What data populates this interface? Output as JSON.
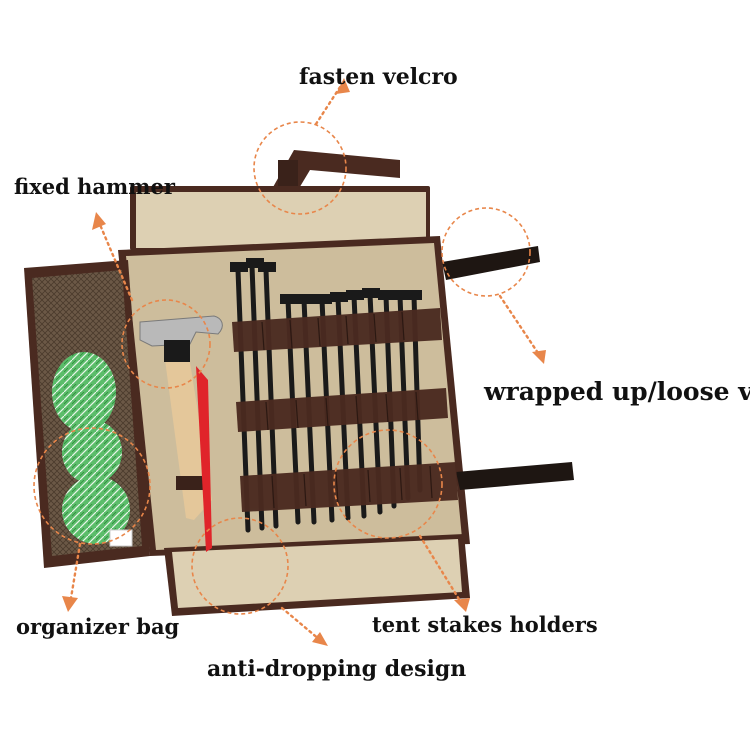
{
  "image": {
    "subject": "tent-stake-organizer-roll-bag",
    "background_color": "#ffffff",
    "colors": {
      "canvas_tan": "#cdbd9c",
      "canvas_light": "#ddd0b3",
      "trim_brown": "#4a2a20",
      "strap_dark": "#2b1d19",
      "mesh_brown": "#5c4a3b",
      "rope_green": "#5bbd6a",
      "stake_black": "#1a1a1a",
      "callout_orange": "#e8864a",
      "hammer_handle": "#e4c79a",
      "hammer_head": "#b9b9b9",
      "safety_strap_red": "#e0242a"
    }
  },
  "callouts": {
    "fasten_velcro": "fasten velcro",
    "fixed_hammer": "fixed hammer",
    "wrapped_velcro": "wrapped up/loose velcro",
    "organizer_bag": "organizer bag",
    "tent_stakes_holders": "tent stakes holders",
    "anti_dropping": "anti-dropping design"
  }
}
